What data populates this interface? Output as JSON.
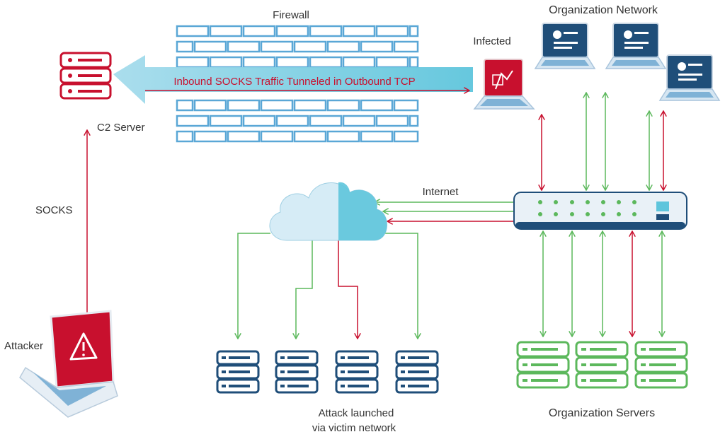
{
  "labels": {
    "firewall": "Firewall",
    "org_network": "Organization Network",
    "infected": "Infected",
    "c2_server": "C2 Server",
    "tunnel": "Inbound SOCKS Traffic Tunneled in Outbound TCP",
    "socks": "SOCKS",
    "internet": "Internet",
    "attacker": "Attacker",
    "attack_line1": "Attack launched",
    "attack_line2": "via victim network",
    "org_servers": "Organization Servers"
  },
  "colors": {
    "red": "#c8102e",
    "green": "#5cb85c",
    "dark_blue": "#1f4e79",
    "light_blue": "#5aa7d6",
    "cyan": "#5ec5dc",
    "text": "#333333"
  },
  "icons": {
    "c2": "server-icon",
    "victims": "server-icon",
    "org_servers": "server-icon",
    "laptops": "laptop-icon",
    "internet": "cloud-icon",
    "switch": "network-switch-icon",
    "firewall": "brick-wall-icon"
  }
}
